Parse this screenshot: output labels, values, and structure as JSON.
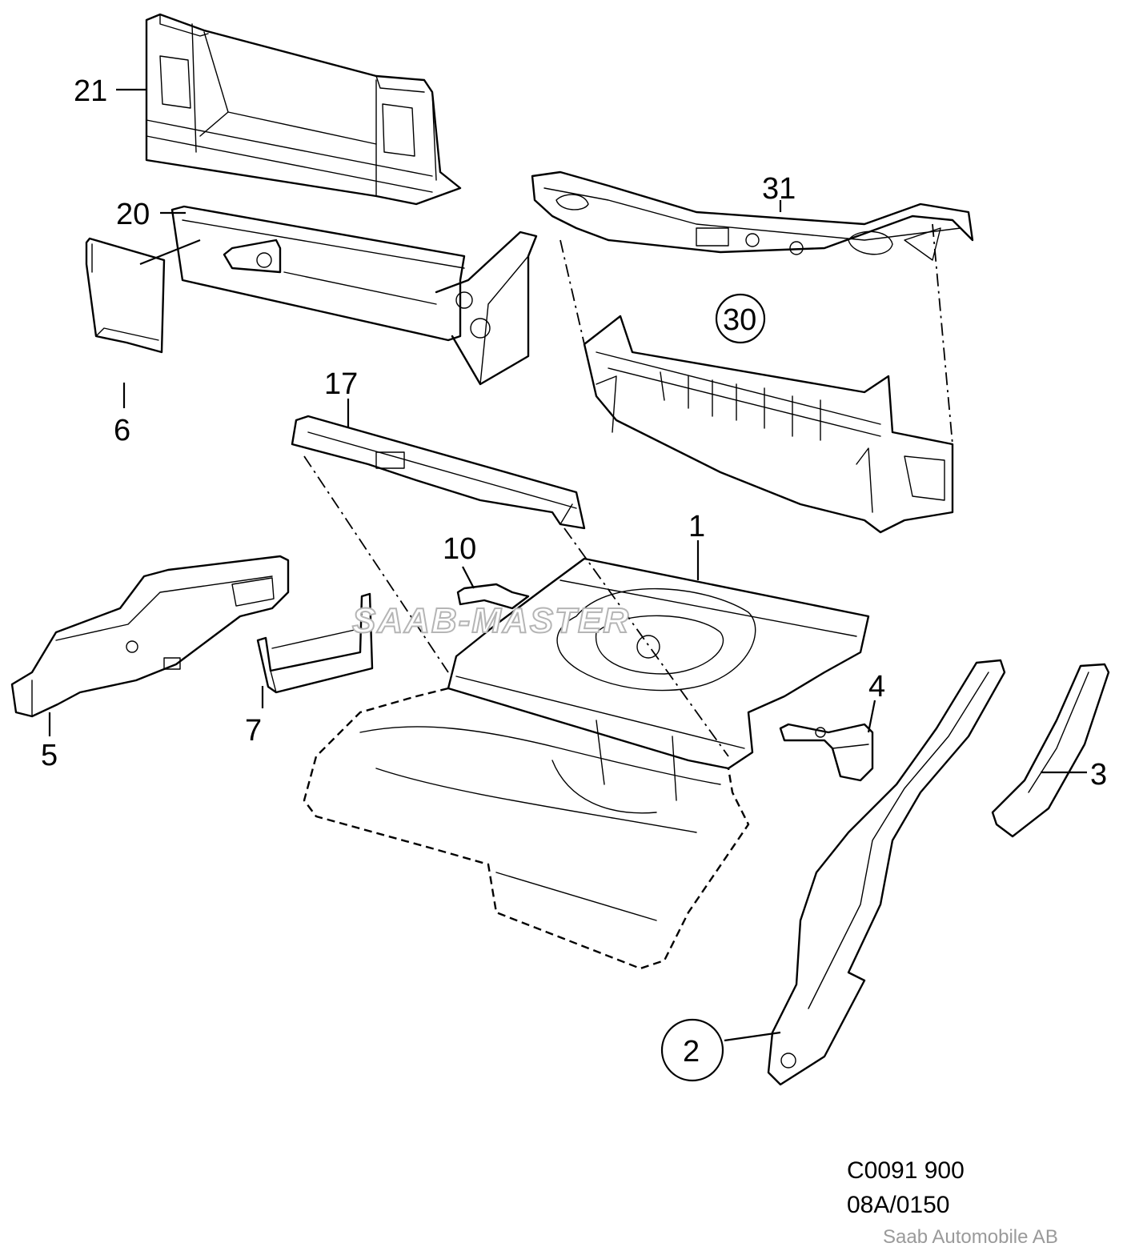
{
  "callouts": {
    "p1": "1",
    "p2": "2",
    "p3": "3",
    "p4": "4",
    "p5": "5",
    "p6": "6",
    "p7": "7",
    "p10": "10",
    "p17": "17",
    "p20": "20",
    "p21": "21",
    "p30": "30",
    "p31": "31"
  },
  "watermark": "SAAB-MASTER",
  "diagram_code": "C0091 900",
  "diagram_ref": "08A/0150",
  "copyright": "Saab Automobile AB"
}
